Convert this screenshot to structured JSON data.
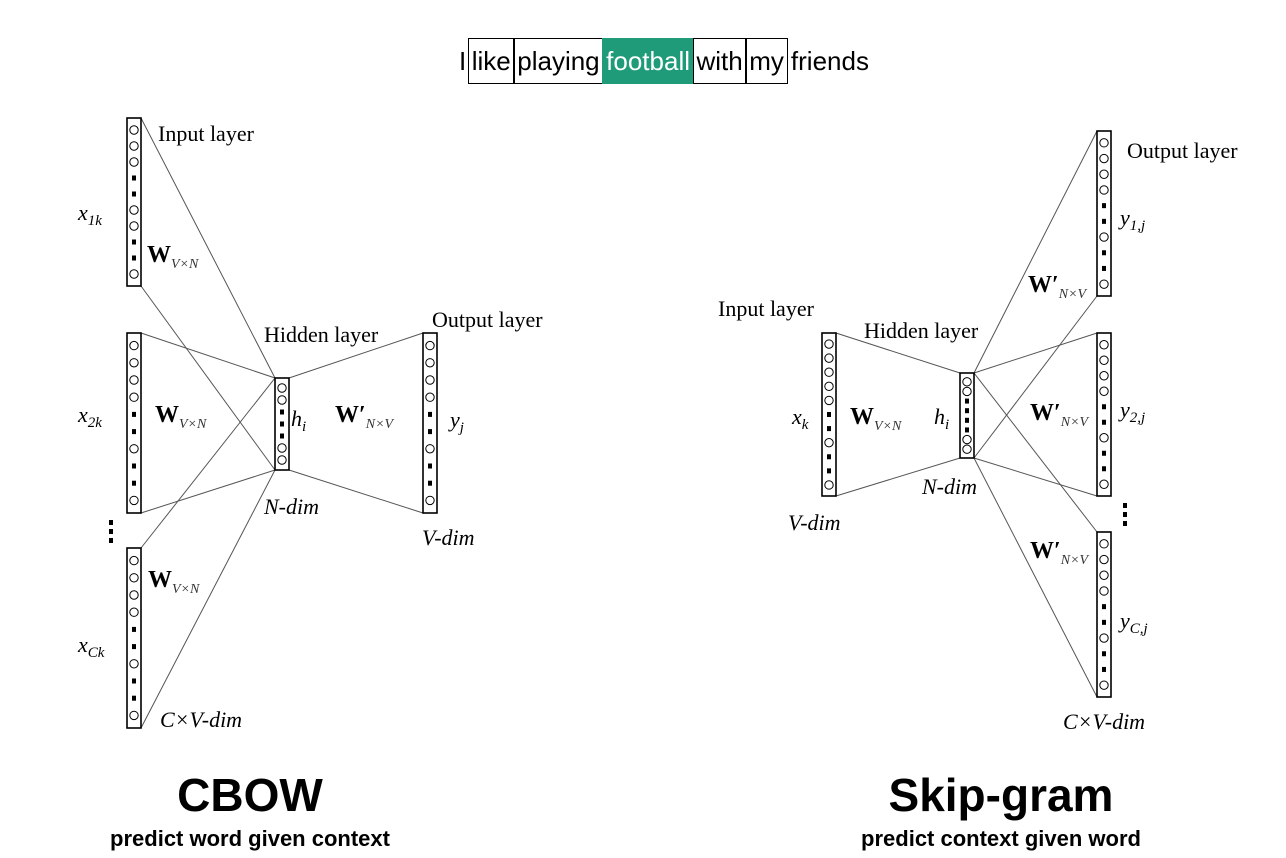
{
  "sentence": {
    "words": [
      "I",
      "like",
      "playing",
      "football",
      "with",
      "my",
      "friends"
    ],
    "target_word": "football",
    "boxed_context": [
      "like",
      "playing",
      "with",
      "my"
    ]
  },
  "cbow": {
    "title": "CBOW",
    "subtitle": "predict word given context",
    "labels": {
      "input_layer": "Input layer",
      "hidden_layer": "Hidden layer",
      "output_layer": "Output layer",
      "x1k": "x",
      "x1k_sub": "1k",
      "x2k": "x",
      "x2k_sub": "2k",
      "xck": "x",
      "xck_sub": "Ck",
      "w": "W",
      "w_sub": "V×N",
      "wprime": "W′",
      "wprime_sub": "N×V",
      "h": "h",
      "h_sub": "i",
      "y": "y",
      "y_sub": "j",
      "n_dim": "N-dim",
      "v_dim": "V-dim",
      "cv_dim": "C×V-dim"
    }
  },
  "skipgram": {
    "title": "Skip-gram",
    "subtitle": "predict context given word",
    "labels": {
      "input_layer": "Input layer",
      "hidden_layer": "Hidden layer",
      "output_layer": "Output layer",
      "xk": "x",
      "xk_sub": "k",
      "w": "W",
      "w_sub": "V×N",
      "wprime": "W′",
      "wprime_sub": "N×V",
      "h": "h",
      "h_sub": "i",
      "y1": "y",
      "y1_sub": "1,j",
      "y2": "y",
      "y2_sub": "2,j",
      "yc": "y",
      "yc_sub": "C,j",
      "n_dim": "N-dim",
      "v_dim": "V-dim",
      "cv_dim": "C×V-dim"
    }
  },
  "colors": {
    "highlight": "#1f9b7a",
    "ink": "#000000",
    "line": "#555555"
  }
}
